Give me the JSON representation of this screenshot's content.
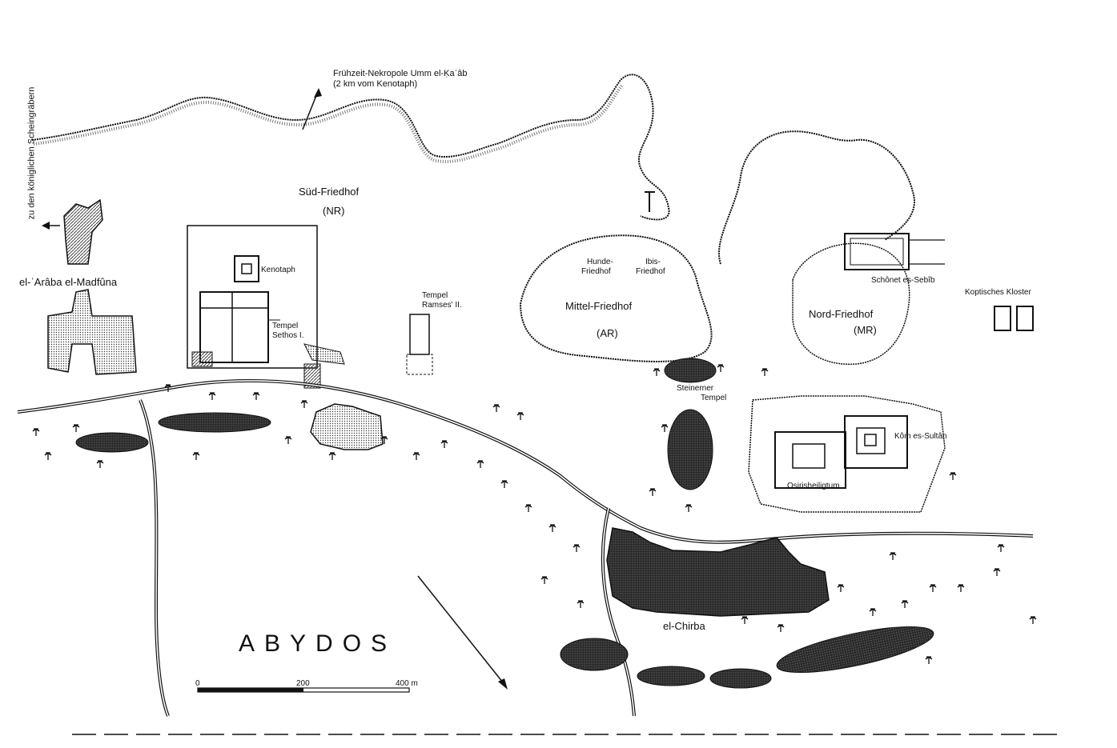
{
  "map": {
    "title": "ABYDOS",
    "labels": {
      "umm_el_qaab": "Frühzeit-Nekropole Umm el-Ḳaʿâb",
      "umm_el_qaab_dist": "(2 km vom Kenotaph)",
      "scheingraeber": "zu den königlichen Scheingräbern",
      "sued_friedhof": "Süd-Friedhof",
      "sued_friedhof_period": "(NR)",
      "araba": "el-ʿArâba el-Madfûna",
      "kenotaph": "Kenotaph",
      "tempel_sethos_1": "Tempel",
      "tempel_sethos_2": "Sethos I.",
      "tempel_ramses_1": "Tempel",
      "tempel_ramses_2": "Ramses' II.",
      "hunde_1": "Hunde-",
      "hunde_2": "Friedhof",
      "ibis_1": "Ibis-",
      "ibis_2": "Friedhof",
      "mittel_friedhof": "Mittel-Friedhof",
      "mittel_period": "(AR)",
      "steinerner_1": "Steinerner",
      "steinerner_2": "Tempel",
      "shunet": "Schônet es-Sebîb",
      "nord_friedhof": "Nord-Friedhof",
      "nord_period": "(MR)",
      "koptisch": "Koptisches Kloster",
      "kom_sultan": "Kôm es-Sultân",
      "osiris": "Osirisheiligtum",
      "chirba": "el-Chirba"
    },
    "scale": {
      "ticks": [
        "0",
        "200",
        "400 m"
      ]
    },
    "colors": {
      "ink": "#111111",
      "paper": "#ffffff",
      "hatch": "#555555",
      "dark": "#222222"
    },
    "icons": [
      "palm-tree-icon",
      "north-arrow-icon"
    ]
  }
}
